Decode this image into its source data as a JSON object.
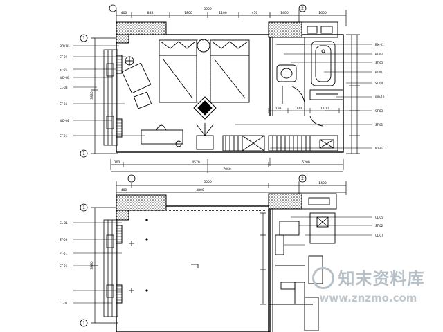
{
  "plans": {
    "upper": {
      "dims_top": [
        "400",
        "885",
        "1800",
        "1100",
        "450",
        "1400"
      ],
      "dims_top_total": "5000",
      "dims_right_top": "1600",
      "dims_bottom": [
        "100",
        "4570",
        "5200"
      ],
      "dims_bottom_total": "7860",
      "dims_left": [
        "3880"
      ],
      "axis_markers": [
        "1",
        "1",
        "2"
      ],
      "small_dims": [
        "150",
        "720",
        "1100"
      ],
      "left_callouts": [
        "DRV-01",
        "ST-02",
        "ST-01",
        "WD-06",
        "CL-03",
        "ST-06",
        "WD-04",
        "ST-01"
      ],
      "right_callouts": [
        "BM-01",
        "PT-02",
        "ST-05",
        "PT-01",
        "ST-04",
        "WD-12",
        "ST-03",
        "ST-01",
        "MT-02"
      ]
    },
    "lower": {
      "dims_top": [
        "400",
        "4800",
        "1400"
      ],
      "dims_top_total": "5000",
      "dims_left": [
        "3880"
      ],
      "axis_markers": [
        "1",
        "1",
        "2"
      ],
      "left_callouts": [
        "CL-01",
        "ST-03",
        "PT-01",
        "ST-06",
        "CL-01"
      ],
      "right_callouts": [
        "CL-05",
        "ST-02",
        "CL-07"
      ]
    }
  },
  "watermark": {
    "brand": "知末资料库",
    "url": "www.znzmo.com"
  }
}
